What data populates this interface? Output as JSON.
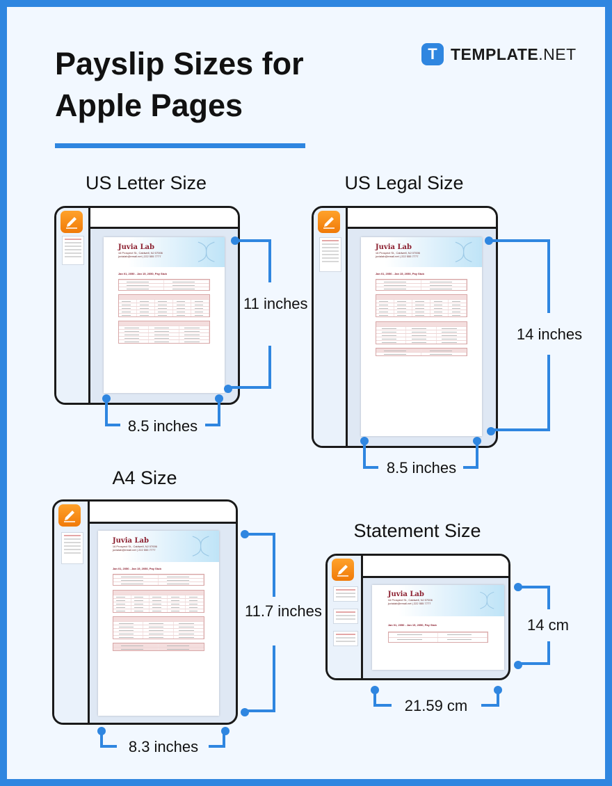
{
  "header": {
    "title_line1": "Payslip Sizes for",
    "title_line2": "Apple Pages",
    "brand_logo_letter": "T",
    "brand_bold": "TEMPLATE",
    "brand_light": ".NET"
  },
  "colors": {
    "accent": "#2f86e0",
    "background": "#f2f8ff",
    "company_name": "#8b1f2f"
  },
  "sizes": {
    "letter": {
      "label": "US Letter Size",
      "height": "11 inches",
      "width": "8.5 inches"
    },
    "legal": {
      "label": "US Legal Size",
      "height": "14 inches",
      "width": "8.5 inches"
    },
    "a4": {
      "label": "A4 Size",
      "height": "11.7 inches",
      "width": "8.3 inches"
    },
    "statement": {
      "label": "Statement Size",
      "height": "14 cm",
      "width": "21.59 cm"
    }
  },
  "document": {
    "company": "Juvia Lab",
    "address": "16 Prospect St., Caldwell, NJ 07006",
    "email": "juvialab@email.net | 222 555 7777",
    "period": "Jan 01, 2050 - Jan 15, 2050, Pay Stub"
  },
  "icons": {
    "app": "pages-icon",
    "brand": "template-logo-icon"
  }
}
